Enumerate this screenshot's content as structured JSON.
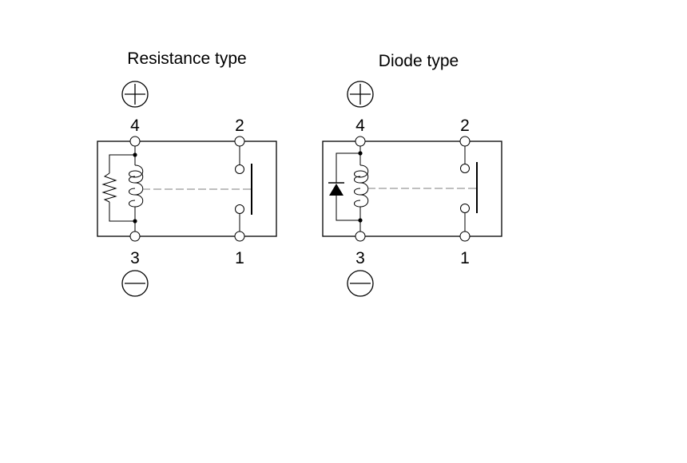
{
  "diagrams": [
    {
      "title": "Resistance type",
      "pins": {
        "top_left": "4",
        "top_right": "2",
        "bottom_left": "3",
        "bottom_right": "1"
      },
      "suppressor": "resistor-icon"
    },
    {
      "title": "Diode type",
      "pins": {
        "top_left": "4",
        "top_right": "2",
        "bottom_left": "3",
        "bottom_right": "1"
      },
      "suppressor": "diode-icon"
    }
  ],
  "polarity_icons": [
    "plus-circle-icon",
    "minus-circle-icon"
  ]
}
